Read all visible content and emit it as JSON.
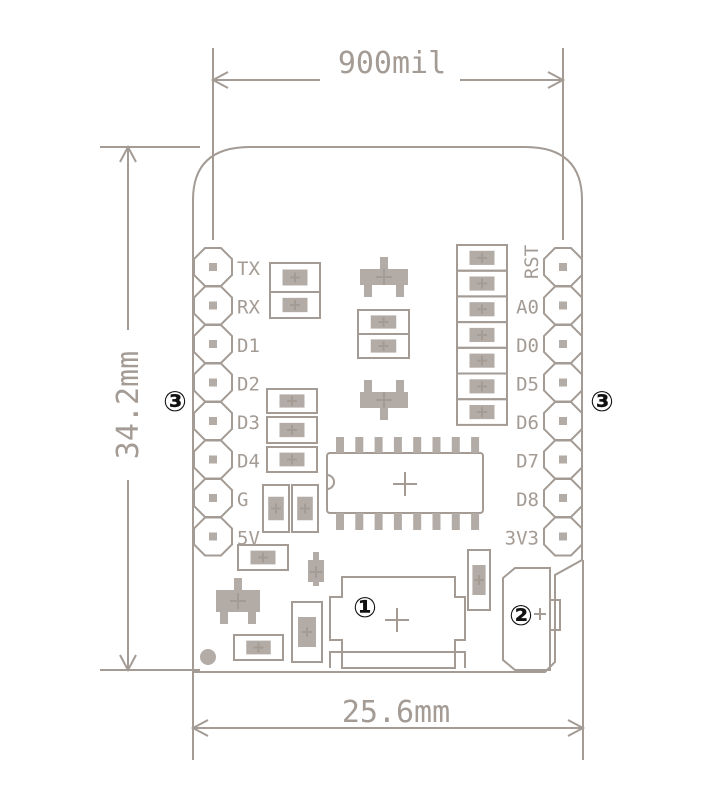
{
  "dimensions": {
    "top": "900mil",
    "left": "34.2mm",
    "bottom": "25.6mm"
  },
  "pins_left": [
    "TX",
    "RX",
    "D1",
    "D2",
    "D3",
    "D4",
    "G",
    "5V"
  ],
  "pins_right": [
    "RST",
    "A0",
    "D0",
    "D5",
    "D6",
    "D7",
    "D8",
    "3V3"
  ],
  "callouts": {
    "usb": "①",
    "connector": "②",
    "header_left": "③",
    "header_right": "③"
  },
  "colors": {
    "silkscreen": "#a39b94",
    "pad": "#b3aca6",
    "callout": "#111111"
  }
}
